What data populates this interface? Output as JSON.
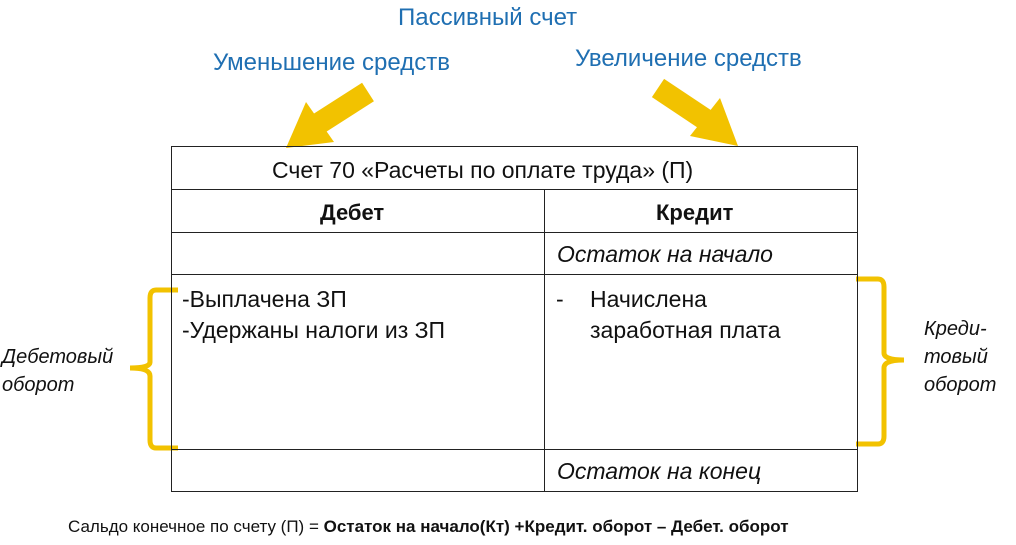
{
  "title": "Пассивный счет",
  "left_heading": "Уменьшение средств",
  "right_heading": "Увеличение средств",
  "table": {
    "account": "Счет 70 «Расчеты по оплате труда» (П)",
    "debit_header": "Дебет",
    "credit_header": "Кредит",
    "opening": "Остаток на начало",
    "debit_items": [
      "-Выплачена ЗП",
      "-Удержаны налоги из ЗП"
    ],
    "credit_bullet": "-",
    "credit_item_lines": [
      "Начислена",
      "заработная плата"
    ],
    "closing": "Остаток на конец"
  },
  "debit_turnover": [
    "Дебетовый",
    "оборот"
  ],
  "credit_turnover": [
    "Креди-",
    "товый",
    "оборот"
  ],
  "formula": {
    "prefix": "Сальдо конечное по счету (П) = ",
    "bold": "Остаток на начало(Кт) +Кредит. оборот – Дебет. оборот"
  },
  "colors": {
    "heading": "#1f6fb2",
    "accent": "#f2c200",
    "border": "#222222"
  }
}
